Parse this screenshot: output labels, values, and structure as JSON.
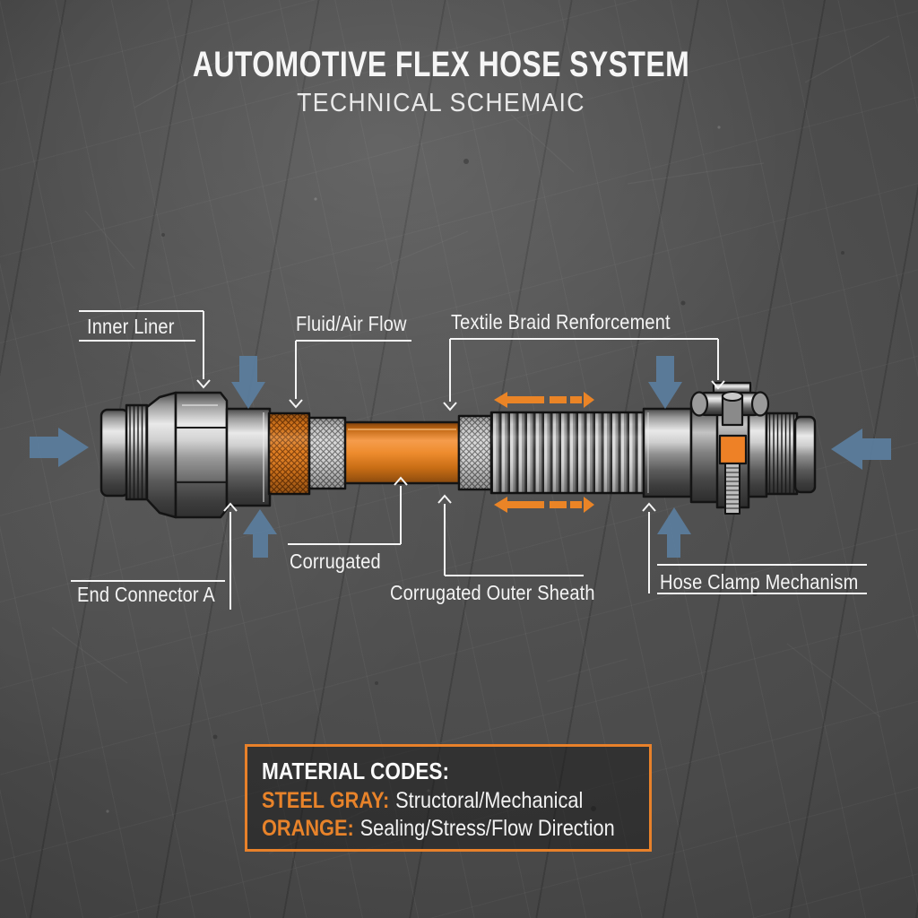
{
  "header": {
    "title": "AUTOMOTIVE FLEX HOSE SYSTEM",
    "subtitle": "TECHNICAL SCHEMAIC"
  },
  "labels": {
    "inner_liner": "Inner Liner",
    "fluid_air_flow": "Fluid/Air Flow",
    "textile_braid": "Textile Braid Renforcement",
    "corrugated": "Corrugated",
    "end_connector_a": "End Connector A",
    "corrugated_outer_sheath": "Corrugated Outer Sheath",
    "hose_clamp": "Hose Clamp Mechanism"
  },
  "legend": {
    "heading": "MATERIAL CODES:",
    "entries": [
      {
        "code": "STEEL GRAY:",
        "meaning": "Structoral/Mechanical"
      },
      {
        "code": "ORANGE:",
        "meaning": "Sealing/Stress/Flow Direction"
      }
    ]
  },
  "colors": {
    "orange_accent": "#E8832A",
    "steel_blue_arrow": "#5B7E9E",
    "leader_line_white": "#F5F5F5",
    "background_gray": "#3A3A3A"
  }
}
